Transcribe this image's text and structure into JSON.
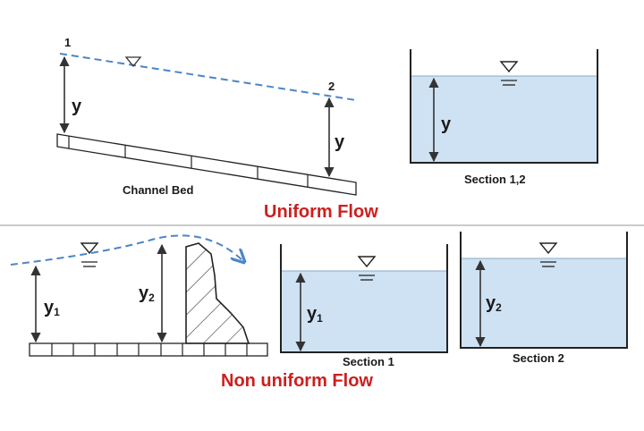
{
  "uniform": {
    "title": "Uniform Flow",
    "point_1": "1",
    "point_2": "2",
    "depth_label_1": "y",
    "depth_label_2": "y",
    "bed_caption": "Channel Bed",
    "section_depth_label": "y",
    "section_caption": "Section 1,2"
  },
  "non_uniform": {
    "title": "Non uniform Flow",
    "depth_y1": {
      "base": "y",
      "sub": "1"
    },
    "depth_y2": {
      "base": "y",
      "sub": "2"
    },
    "section1_depth": {
      "base": "y",
      "sub": "1"
    },
    "section1_caption": "Section 1",
    "section2_depth": {
      "base": "y",
      "sub": "2"
    },
    "section2_caption": "Section 2"
  },
  "colors": {
    "water": "#cfe2f3",
    "water_surface_line": "#4a86c8",
    "title_red": "#cc1f1f",
    "stroke": "#222222",
    "divider": "#b8b8b8"
  }
}
